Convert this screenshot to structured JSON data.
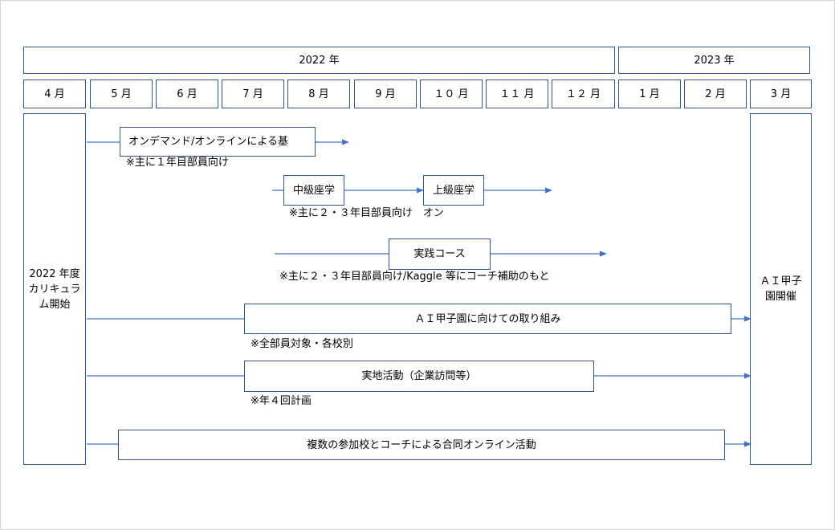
{
  "header": {
    "year_2022": "2022 年",
    "year_2023": "2023 年",
    "months": [
      "4 月",
      "5 月",
      "6 月",
      "7 月",
      "8 月",
      "9 月",
      "１０ 月",
      "１１ 月",
      "１２ 月",
      "1 月",
      "2 月",
      "3 月"
    ]
  },
  "left_column": {
    "label": "2022 年度\nカリキュラム開始"
  },
  "right_column": {
    "label": "ＡＩ甲子\n園開催"
  },
  "rows": {
    "ondemand": {
      "label": "オンデマンド/オンラインによる基",
      "note": "※主に１年目部員向け"
    },
    "intermediate": {
      "label": "中級座学"
    },
    "advanced": {
      "label": "上級座学",
      "note": "※主に２・３年目部員向け　オン"
    },
    "practice": {
      "label": "実践コース",
      "note": "※主に２・３年目部員向け/Kaggle 等にコーチ補助のもと"
    },
    "koshien": {
      "label": "ＡＩ甲子園に向けての取り組み",
      "note": "※全部員対象・各校別"
    },
    "field": {
      "label": "実地活動（企業訪問等）",
      "note": "※年４回計画"
    },
    "joint": {
      "label": "複数の参加校とコーチによる合同オンライン活動"
    }
  },
  "colors": {
    "border": "#2f5597",
    "arrow": "#4472c4"
  }
}
